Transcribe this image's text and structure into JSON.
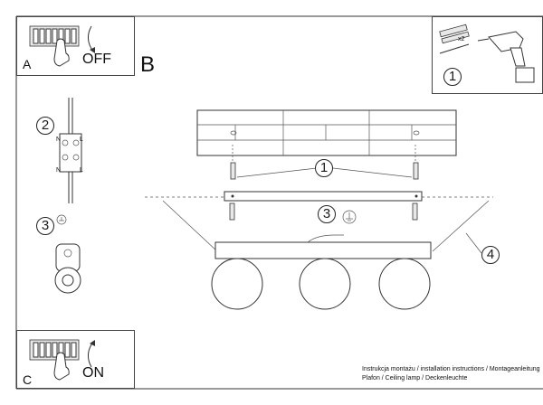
{
  "panelA": {
    "letter": "A",
    "switch_label": "OFF"
  },
  "panelB": {
    "letter": "B"
  },
  "panelC": {
    "letter": "C",
    "switch_label": "ON"
  },
  "tools": {
    "quantity": "x2",
    "step": "1"
  },
  "steps": {
    "wiring": "2",
    "ground": "3",
    "mount": "1",
    "ground_main": "3",
    "cable": "4"
  },
  "wiring_labels": {
    "n_top": "N",
    "l_top": "L",
    "n_bot": "N",
    "l_bot": "L"
  },
  "footer": {
    "line1": "Instrukcja montażu / installation instructions / Montageanleitung",
    "line2": "Plafon / Ceiling lamp / Deckenleuchte"
  }
}
